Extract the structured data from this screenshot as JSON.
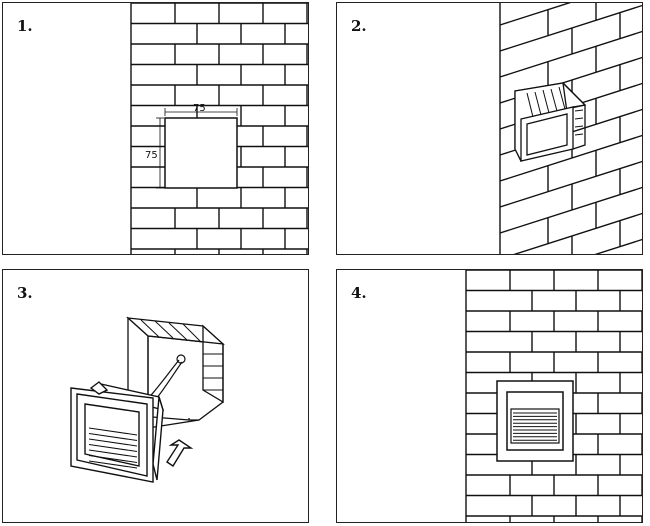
{
  "steps": [
    {
      "label": "1.",
      "dimension_width": "75",
      "dimension_height": "75"
    },
    {
      "label": "2."
    },
    {
      "label": "3."
    },
    {
      "label": "4."
    }
  ]
}
